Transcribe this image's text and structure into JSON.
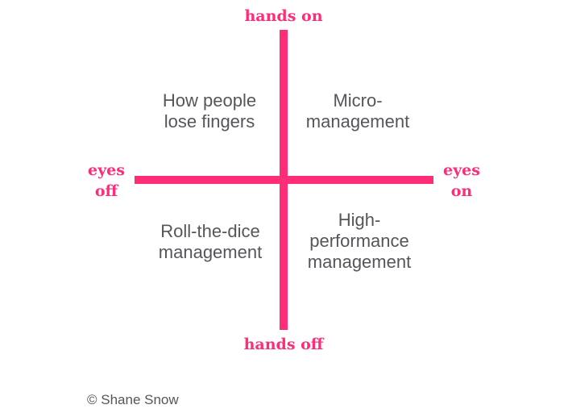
{
  "axes": {
    "top": "hands on",
    "bottom": "hands off",
    "left": "eyes\noff",
    "right": "eyes\non",
    "color": "#ff2d78"
  },
  "quadrants": {
    "top_left": "How people\nlose fingers",
    "top_right": "Micro-\nmanagement",
    "bottom_left": "Roll-the-dice\nmanagement",
    "bottom_right": "High-\nperformance\nmanagement"
  },
  "credit": "© Shane Snow",
  "text_color": "#55565b"
}
